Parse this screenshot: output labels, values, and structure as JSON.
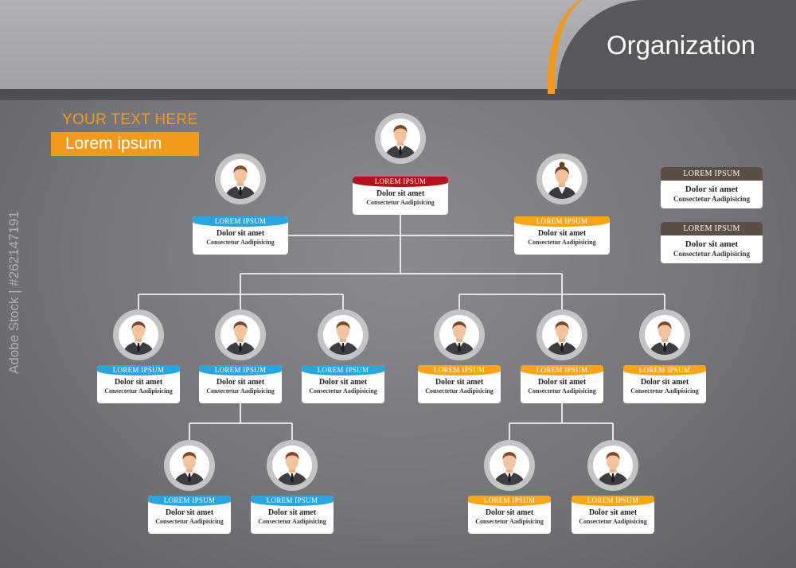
{
  "header": {
    "title": "Organization",
    "subtitle": "YOUR TEXT HERE",
    "lorem": "Lorem ipsum"
  },
  "watermark": "Adobe Stock | #262147191",
  "colors": {
    "blue": "#2aa5e0",
    "orange": "#f5a516",
    "red": "#b5131b",
    "brown": "#5a4e45",
    "accent": "#f39a1c"
  },
  "nodes": [
    {
      "id": "top",
      "avatar": "male",
      "color": "red",
      "label": "LOREM IPSUM",
      "line1": "Dolor sit amet",
      "line2": "Consectetur Aadipisicing"
    },
    {
      "id": "left-lead",
      "avatar": "male",
      "color": "blue",
      "label": "LOREM IPSUM",
      "line1": "Dolor sit amet",
      "line2": "Consectetur Aadipisicing"
    },
    {
      "id": "right-lead",
      "avatar": "female",
      "color": "orange",
      "label": "LOREM IPSUM",
      "line1": "Dolor sit amet",
      "line2": "Consectetur Aadipisicing"
    },
    {
      "id": "m1",
      "avatar": "male",
      "color": "blue",
      "label": "LOREM IPSUM",
      "line1": "Dolor sit amet",
      "line2": "Consectetur Aadipisicing"
    },
    {
      "id": "m2",
      "avatar": "male",
      "color": "blue",
      "label": "LOREM IPSUM",
      "line1": "Dolor sit amet",
      "line2": "Consectetur Aadipisicing"
    },
    {
      "id": "m3",
      "avatar": "male",
      "color": "blue",
      "label": "LOREM IPSUM",
      "line1": "Dolor sit amet",
      "line2": "Consectetur Aadipisicing"
    },
    {
      "id": "m4",
      "avatar": "male",
      "color": "orange",
      "label": "LOREM IPSUM",
      "line1": "Dolor sit amet",
      "line2": "Consectetur Aadipisicing"
    },
    {
      "id": "m5",
      "avatar": "male",
      "color": "orange",
      "label": "LOREM IPSUM",
      "line1": "Dolor sit amet",
      "line2": "Consectetur Aadipisicing"
    },
    {
      "id": "m6",
      "avatar": "male",
      "color": "orange",
      "label": "LOREM IPSUM",
      "line1": "Dolor sit amet",
      "line2": "Consectetur Aadipisicing"
    },
    {
      "id": "b1",
      "avatar": "male",
      "color": "blue",
      "label": "LOREM IPSUM",
      "line1": "Dolor sit amet",
      "line2": "Consectetur Aadipisicing"
    },
    {
      "id": "b2",
      "avatar": "male",
      "color": "blue",
      "label": "LOREM IPSUM",
      "line1": "Dolor sit amet",
      "line2": "Consectetur Aadipisicing"
    },
    {
      "id": "b3",
      "avatar": "male",
      "color": "orange",
      "label": "LOREM IPSUM",
      "line1": "Dolor sit amet",
      "line2": "Consectetur Aadipisicing"
    },
    {
      "id": "b4",
      "avatar": "male",
      "color": "orange",
      "label": "LOREM IPSUM",
      "line1": "Dolor sit amet",
      "line2": "Consectetur Aadipisicing"
    }
  ],
  "legend": [
    {
      "label": "LOREM IPSUM",
      "line1": "Dolor sit amet",
      "line2": "Consectetur Aadipisicing"
    },
    {
      "label": "LOREM IPSUM",
      "line1": "Dolor sit amet",
      "line2": "Consectetur Aadipisicing"
    }
  ]
}
